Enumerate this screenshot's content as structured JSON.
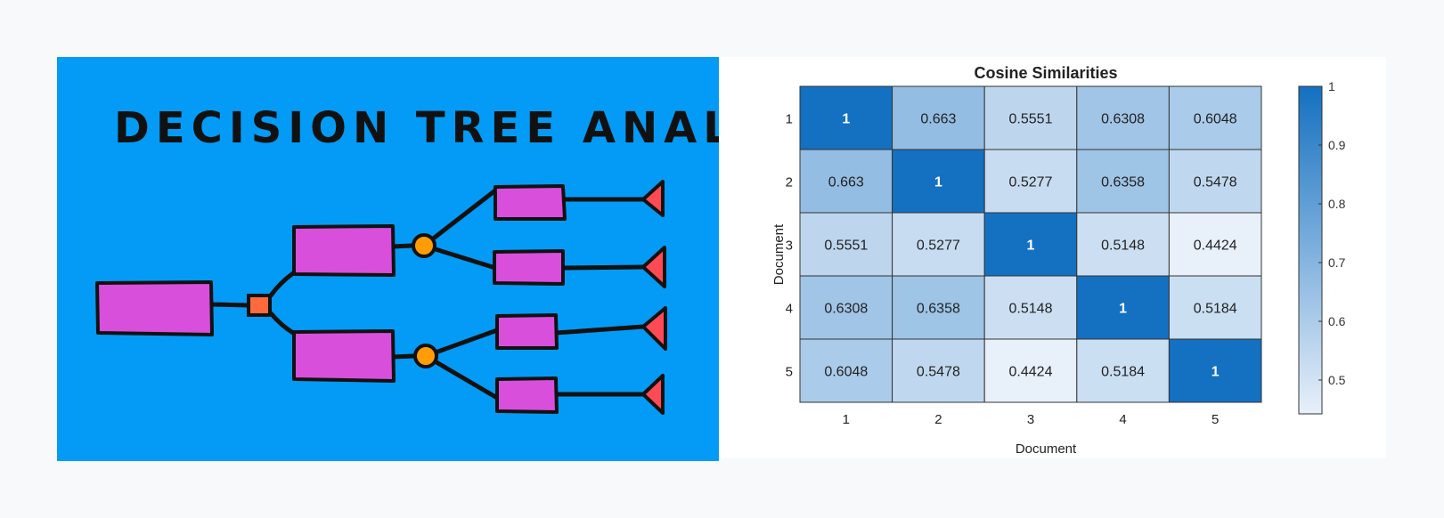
{
  "illustration": {
    "title": "DECISION TREE ANALYSIS",
    "colors": {
      "background": "#039bf5",
      "box": "#d84fdc",
      "decision_node": "#ff6a3c",
      "chance_node": "#ff9c06",
      "end_node": "#ff4a55",
      "stroke": "#111111"
    }
  },
  "chart_data": {
    "type": "heatmap",
    "title": "Cosine Similarities",
    "xlabel": "Document",
    "ylabel": "Document",
    "x_categories": [
      "1",
      "2",
      "3",
      "4",
      "5"
    ],
    "y_categories": [
      "1",
      "2",
      "3",
      "4",
      "5"
    ],
    "values": [
      [
        1,
        0.663,
        0.5551,
        0.6308,
        0.6048
      ],
      [
        0.663,
        1,
        0.5277,
        0.6358,
        0.5478
      ],
      [
        0.5551,
        0.5277,
        1,
        0.5148,
        0.4424
      ],
      [
        0.6308,
        0.6358,
        0.5148,
        1,
        0.5184
      ],
      [
        0.6048,
        0.5478,
        0.4424,
        0.5184,
        1
      ]
    ],
    "colorbar": {
      "min": 0.4424,
      "max": 1,
      "ticks": [
        "0.5",
        "0.6",
        "0.7",
        "0.8",
        "0.9",
        "1"
      ],
      "colors": [
        "#e8f0fa",
        "#1470c0"
      ]
    }
  }
}
